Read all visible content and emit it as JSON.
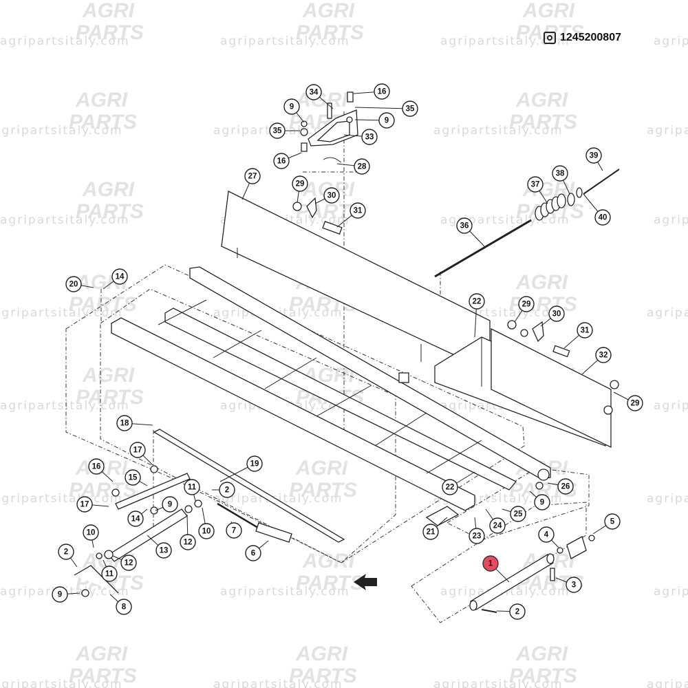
{
  "diagram": {
    "reference_number": "1245200807",
    "highlighted_part": "1",
    "colors": {
      "highlight": "#e84a5f",
      "line": "#222222",
      "watermark": "#d8d8d8"
    }
  },
  "watermark": {
    "logo_line1": "AGRI",
    "logo_line2": "PARTS",
    "url": "agripartsitaly.com"
  },
  "callouts": [
    {
      "id": "c34",
      "label": "34"
    },
    {
      "id": "c16a",
      "label": "16"
    },
    {
      "id": "c9a",
      "label": "9"
    },
    {
      "id": "c35a",
      "label": "35"
    },
    {
      "id": "c35b",
      "label": "35"
    },
    {
      "id": "c9b",
      "label": "9"
    },
    {
      "id": "c33",
      "label": "33"
    },
    {
      "id": "c16b",
      "label": "16"
    },
    {
      "id": "c28",
      "label": "28"
    },
    {
      "id": "c27",
      "label": "27"
    },
    {
      "id": "c29a",
      "label": "29"
    },
    {
      "id": "c30a",
      "label": "30"
    },
    {
      "id": "c31a",
      "label": "31"
    },
    {
      "id": "c39",
      "label": "39"
    },
    {
      "id": "c38",
      "label": "38"
    },
    {
      "id": "c37",
      "label": "37"
    },
    {
      "id": "c40",
      "label": "40"
    },
    {
      "id": "c36",
      "label": "36"
    },
    {
      "id": "c20",
      "label": "20"
    },
    {
      "id": "c14a",
      "label": "14"
    },
    {
      "id": "c22a",
      "label": "22"
    },
    {
      "id": "c29b",
      "label": "29"
    },
    {
      "id": "c30b",
      "label": "30"
    },
    {
      "id": "c31b",
      "label": "31"
    },
    {
      "id": "c32",
      "label": "32"
    },
    {
      "id": "c29c",
      "label": "29"
    },
    {
      "id": "c18",
      "label": "18"
    },
    {
      "id": "c17a",
      "label": "17"
    },
    {
      "id": "c19",
      "label": "19"
    },
    {
      "id": "c16c",
      "label": "16"
    },
    {
      "id": "c15",
      "label": "15"
    },
    {
      "id": "c11a",
      "label": "11"
    },
    {
      "id": "c2a",
      "label": "2"
    },
    {
      "id": "c17b",
      "label": "17"
    },
    {
      "id": "c9c",
      "label": "9"
    },
    {
      "id": "c14b",
      "label": "14"
    },
    {
      "id": "c12a",
      "label": "12"
    },
    {
      "id": "c10a",
      "label": "10"
    },
    {
      "id": "c7",
      "label": "7"
    },
    {
      "id": "c10b",
      "label": "10"
    },
    {
      "id": "c13",
      "label": "13"
    },
    {
      "id": "c6",
      "label": "6"
    },
    {
      "id": "c2b",
      "label": "2"
    },
    {
      "id": "c11b",
      "label": "11"
    },
    {
      "id": "c12b",
      "label": "12"
    },
    {
      "id": "c9d",
      "label": "9"
    },
    {
      "id": "c8",
      "label": "8"
    },
    {
      "id": "c22b",
      "label": "22"
    },
    {
      "id": "c26",
      "label": "26"
    },
    {
      "id": "c9e",
      "label": "9"
    },
    {
      "id": "c25",
      "label": "25"
    },
    {
      "id": "c24",
      "label": "24"
    },
    {
      "id": "c23",
      "label": "23"
    },
    {
      "id": "c21",
      "label": "21"
    },
    {
      "id": "c5",
      "label": "5"
    },
    {
      "id": "c4",
      "label": "4"
    },
    {
      "id": "c1",
      "label": "1"
    },
    {
      "id": "c3",
      "label": "3"
    },
    {
      "id": "c2c",
      "label": "2"
    }
  ]
}
